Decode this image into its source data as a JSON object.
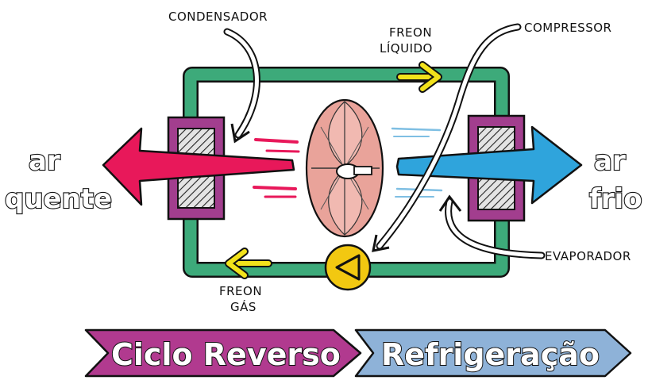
{
  "labels": {
    "condensador": "CONDENSADOR",
    "compressor": "COMPRESSOR",
    "freon_liquido_line1": "FREON",
    "freon_liquido_line2": "LÍQUIDO",
    "freon_gas_line1": "FREON",
    "freon_gas_line2": "GÁS",
    "evaporador": "EVAPORADOR"
  },
  "air": {
    "hot_line1": "ar",
    "hot_line2": "quente",
    "cold_line1": "ar",
    "cold_line2": "frio"
  },
  "banners": {
    "left": "Ciclo Reverso",
    "right": "Refrigeração"
  },
  "colors": {
    "pipe_green": "#3daa7a",
    "coil_purple": "#a23e8e",
    "hot_air": "#e8185a",
    "cold_air": "#2fa4dc",
    "arrow_yellow": "#f2e21b",
    "fan_pink": "#e9a39a",
    "banner_magenta": "#b13a8f",
    "banner_blue": "#8eb2d8"
  },
  "icons": {
    "compressor": "triangle-in-circle-icon",
    "fan": "fan-icon"
  }
}
